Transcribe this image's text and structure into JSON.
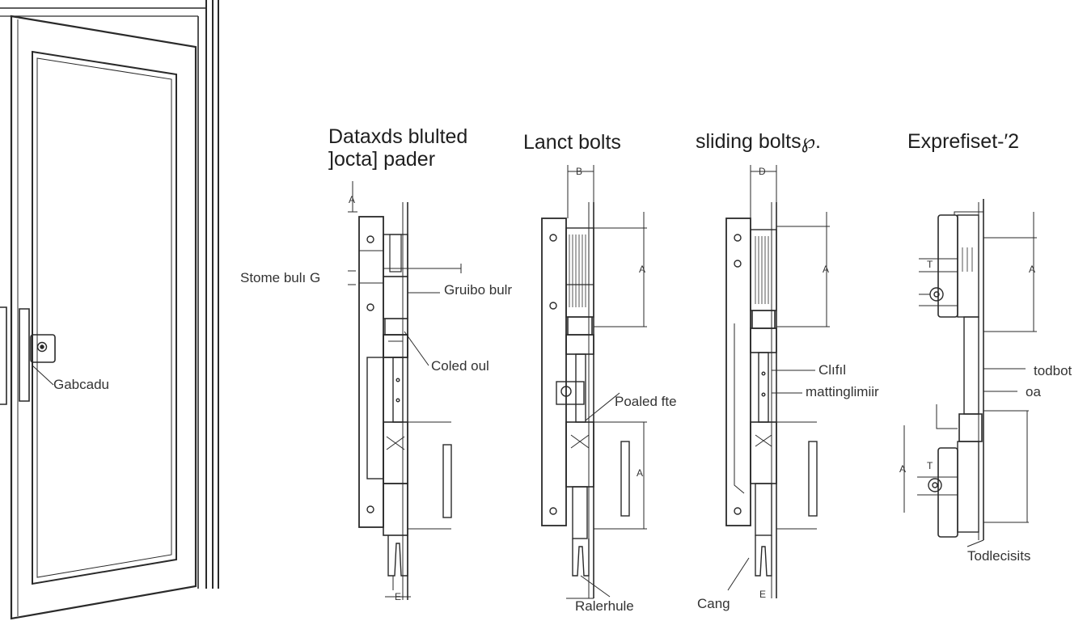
{
  "panels": {
    "panel1": {
      "title_line1": "Dataxds blulted",
      "title_line2": "]octa] pader"
    },
    "panel2": {
      "title": "Lanct bolts"
    },
    "panel3": {
      "title": "sliding bolts℘."
    },
    "panel4": {
      "title": "Exprefiset-′2"
    }
  },
  "callouts": {
    "door_hardware": "Gabcadu",
    "stome_bulk": "Stome bulı G",
    "gruibo_bult": "Gruibo bulr",
    "coled_oul": "Coled oul",
    "raled_fte": "Poaled fte",
    "raleroule": "Ralerhule",
    "clifl": "Clıfıl",
    "mattinglimair": "mattinglimiir",
    "cang": "Cang",
    "todbot": "todbot",
    "oa": "oa",
    "todlecsits": "Todlecisits"
  },
  "dimension_marks": {
    "a": "A",
    "b": "B",
    "d": "D",
    "t": "T",
    "e": "E"
  },
  "colors": {
    "line": "#2a2a2a",
    "background": "#ffffff"
  }
}
